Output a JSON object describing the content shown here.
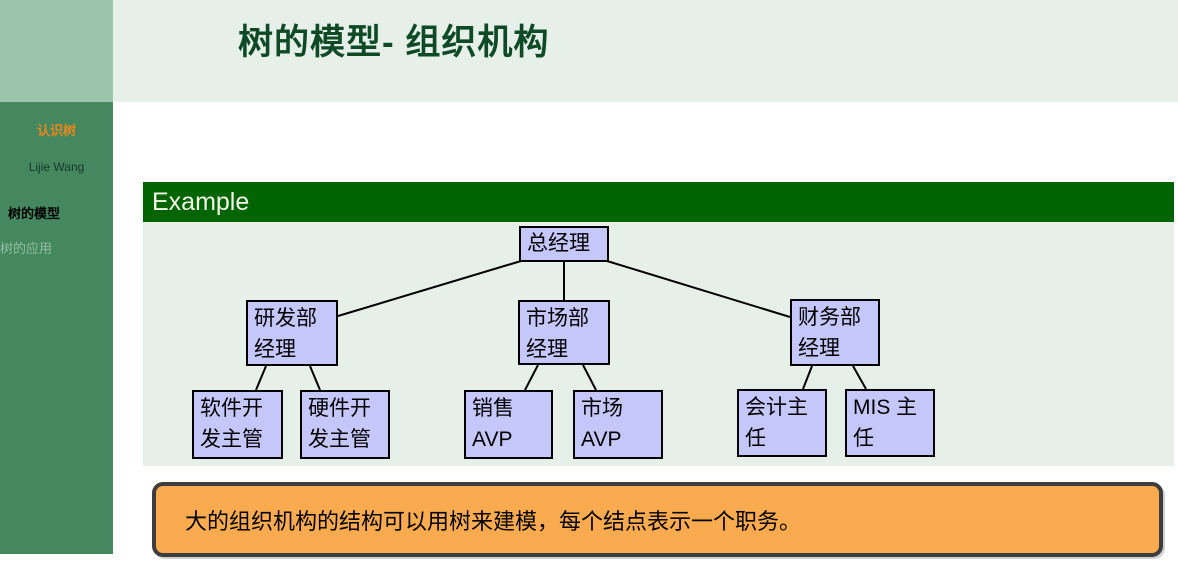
{
  "header": {
    "title": "树的模型- 组织机构"
  },
  "sidebar": {
    "presentation_title": "认识树",
    "author": "Lijie Wang",
    "sections": [
      {
        "label": "树的模型",
        "active": true
      },
      {
        "label": "树的应用",
        "active": false
      }
    ]
  },
  "example": {
    "title": "Example",
    "nodes": [
      {
        "id": "general-manager",
        "label": "总经理"
      },
      {
        "id": "rd-manager",
        "label": "研发部\n经理"
      },
      {
        "id": "marketing-manager",
        "label": "市场部\n经理"
      },
      {
        "id": "finance-manager",
        "label": "财务部\n经理"
      },
      {
        "id": "software-supervisor",
        "label": "软件开\n发主管"
      },
      {
        "id": "hardware-supervisor",
        "label": "硬件开\n发主管"
      },
      {
        "id": "sales-avp",
        "label": "销售\nAVP"
      },
      {
        "id": "market-avp",
        "label": "市场\nAVP"
      },
      {
        "id": "accounting-director",
        "label": "会计主\n任"
      },
      {
        "id": "mis-director",
        "label": "MIS 主\n任"
      }
    ]
  },
  "note": {
    "text": "大的组织机构的结构可以用树来建模，每个结点表示一个职务。"
  },
  "colors": {
    "sidebar_green": "#45885F",
    "corner_square": "#9CC4AC",
    "header_band": "#E7EFE9",
    "title_green": "#0E4A26",
    "block_title_bg": "#006400",
    "block_body_bg": "#E7EFE9",
    "node_fill": "#C5C6F9",
    "node_border": "#000000",
    "note_fill": "#FBAB4F",
    "note_border": "#3D3D3D",
    "sidebar_highlight_orange": "#E8871E",
    "sidebar_inactive": "#93BCA3"
  }
}
